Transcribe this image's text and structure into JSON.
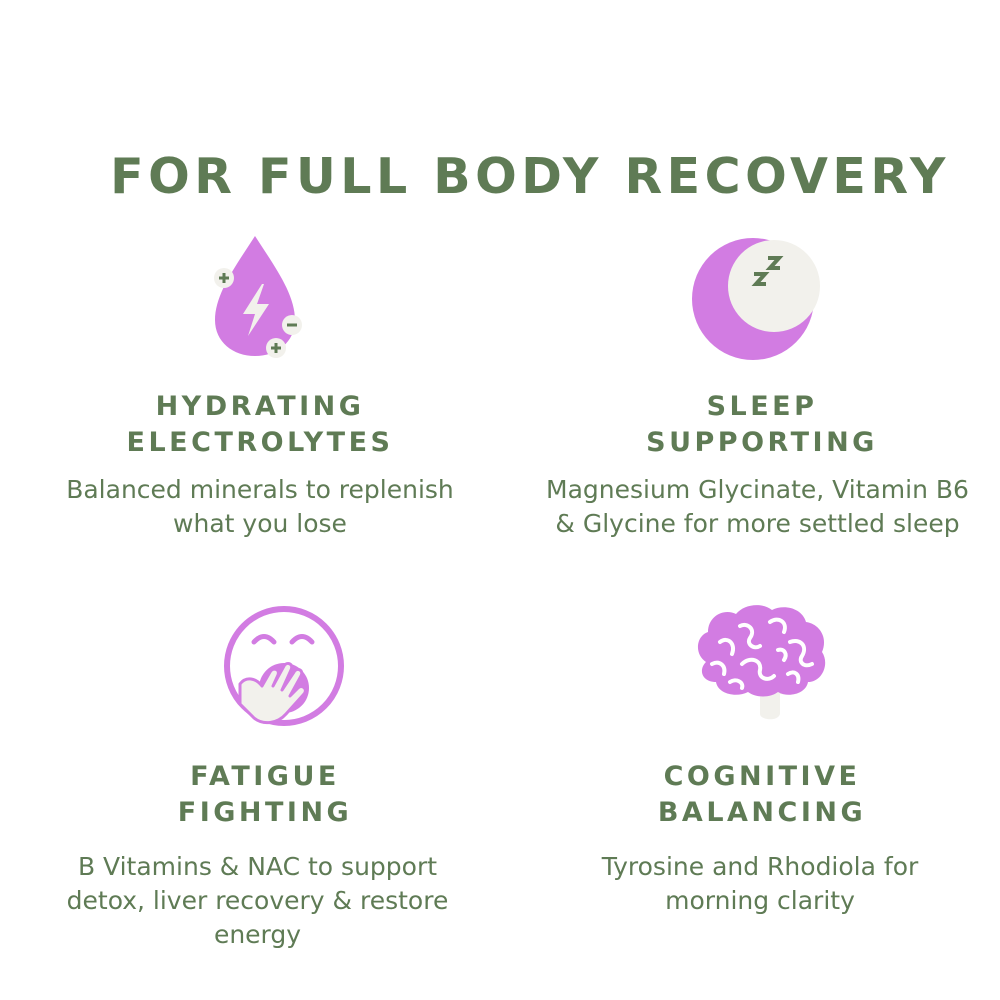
{
  "title": "FOR FULL BODY RECOVERY",
  "colors": {
    "green": "#5f7b55",
    "purple": "#d27ce2",
    "cream": "#f2f1ec"
  },
  "features": [
    {
      "icon": "electrolyte-drop-icon",
      "title_line1": "HYDRATING",
      "title_line2": "ELECTROLYTES",
      "description": "Balanced minerals to replenish what you lose"
    },
    {
      "icon": "moon-sleep-icon",
      "title_line1": "SLEEP",
      "title_line2": "SUPPORTING",
      "description": "Magnesium Glycinate, Vitamin B6 & Glycine for more settled sleep"
    },
    {
      "icon": "yawning-face-icon",
      "title_line1": "FATIGUE",
      "title_line2": "FIGHTING",
      "description": "B Vitamins & NAC to support detox, liver recovery & restore energy"
    },
    {
      "icon": "brain-icon",
      "title_line1": "COGNITIVE",
      "title_line2": "BALANCING",
      "description": "Tyrosine and Rhodiola for morning clarity"
    }
  ]
}
